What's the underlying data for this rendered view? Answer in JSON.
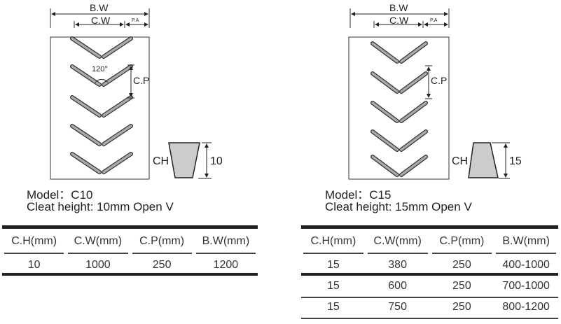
{
  "left": {
    "bw_label": "B.W",
    "cw_label": "C.W",
    "pa_label": "P.A",
    "angle_label": "120°",
    "cp_label": "C.P",
    "ch_label": "CH",
    "height_value": "10",
    "model": "Model：C10",
    "cleat": "Cleat height: 10mm   Open  V",
    "table": {
      "headers": [
        "C.H(mm)",
        "C.W(mm)",
        "C.P(mm)",
        "B.W(mm)"
      ],
      "rows": [
        [
          "10",
          "1000",
          "250",
          "1200"
        ]
      ]
    }
  },
  "right": {
    "bw_label": "B.W",
    "cw_label": "C.W",
    "pa_label": "P.A",
    "cp_label": "C.P",
    "ch_label": "CH",
    "height_value": "15",
    "model": "Model：C15",
    "cleat": "Cleat height: 15mm   Open  V",
    "table": {
      "headers": [
        "C.H(mm)",
        "C.W(mm)",
        "C.P(mm)",
        "B.W(mm)"
      ],
      "rows": [
        [
          "15",
          "380",
          "250",
          "400-1000"
        ],
        [
          "15",
          "600",
          "250",
          "700-1000"
        ],
        [
          "15",
          "750",
          "250",
          "800-1200"
        ]
      ]
    }
  }
}
